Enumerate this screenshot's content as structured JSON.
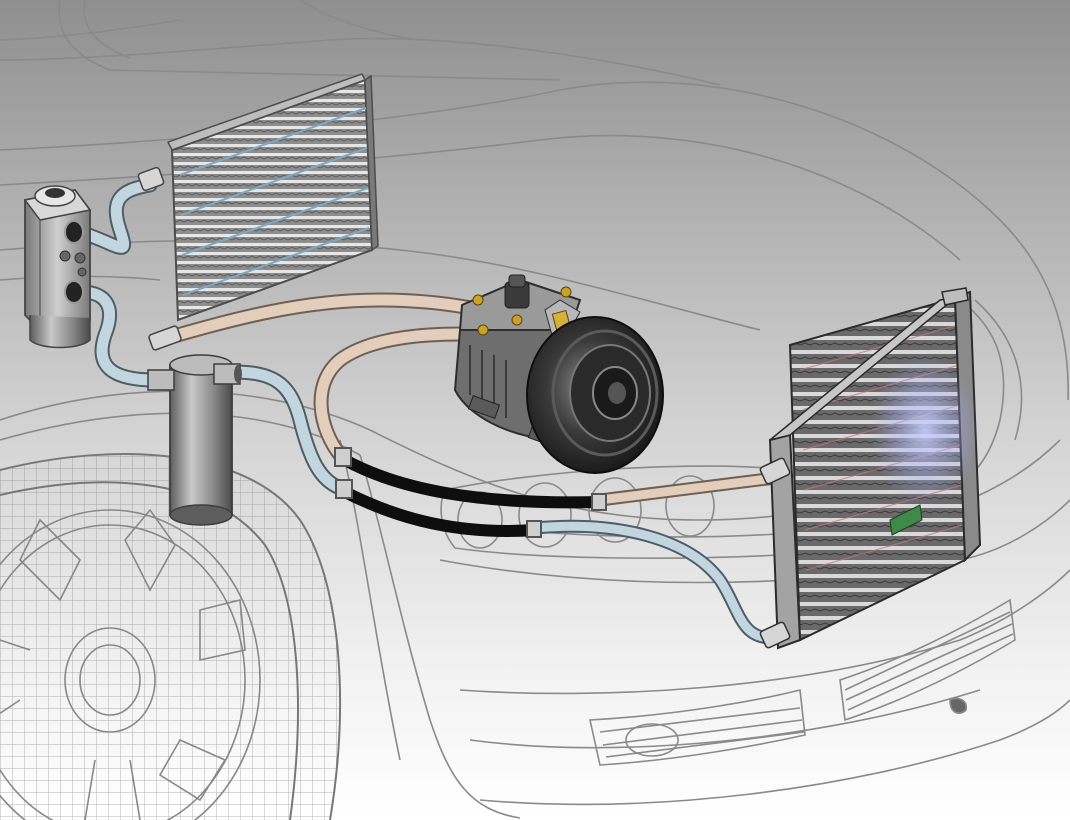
{
  "diagram": {
    "components": [
      {
        "id": "expansion-valve",
        "icon": "expansion-valve-icon"
      },
      {
        "id": "evaporator",
        "icon": "evaporator-icon"
      },
      {
        "id": "receiver-drier",
        "icon": "receiver-drier-icon"
      },
      {
        "id": "compressor",
        "icon": "compressor-icon"
      },
      {
        "id": "condenser",
        "icon": "condenser-icon"
      },
      {
        "id": "cooling-fan",
        "icon": "fan-icon"
      }
    ],
    "lines": [
      {
        "id": "low-pressure-vapor-line",
        "color": "#e3cdbb"
      },
      {
        "id": "high-pressure-liquid-line",
        "color": "#c3d6e0"
      },
      {
        "id": "flexible-hose",
        "color": "#111111"
      }
    ],
    "colors": {
      "background_top": "#8f8f8f",
      "background_bottom": "#ffffff",
      "car_outline": "#8a8a8a",
      "metal": "#9a9a9a",
      "fan_glow": "#b8c2ff"
    }
  }
}
